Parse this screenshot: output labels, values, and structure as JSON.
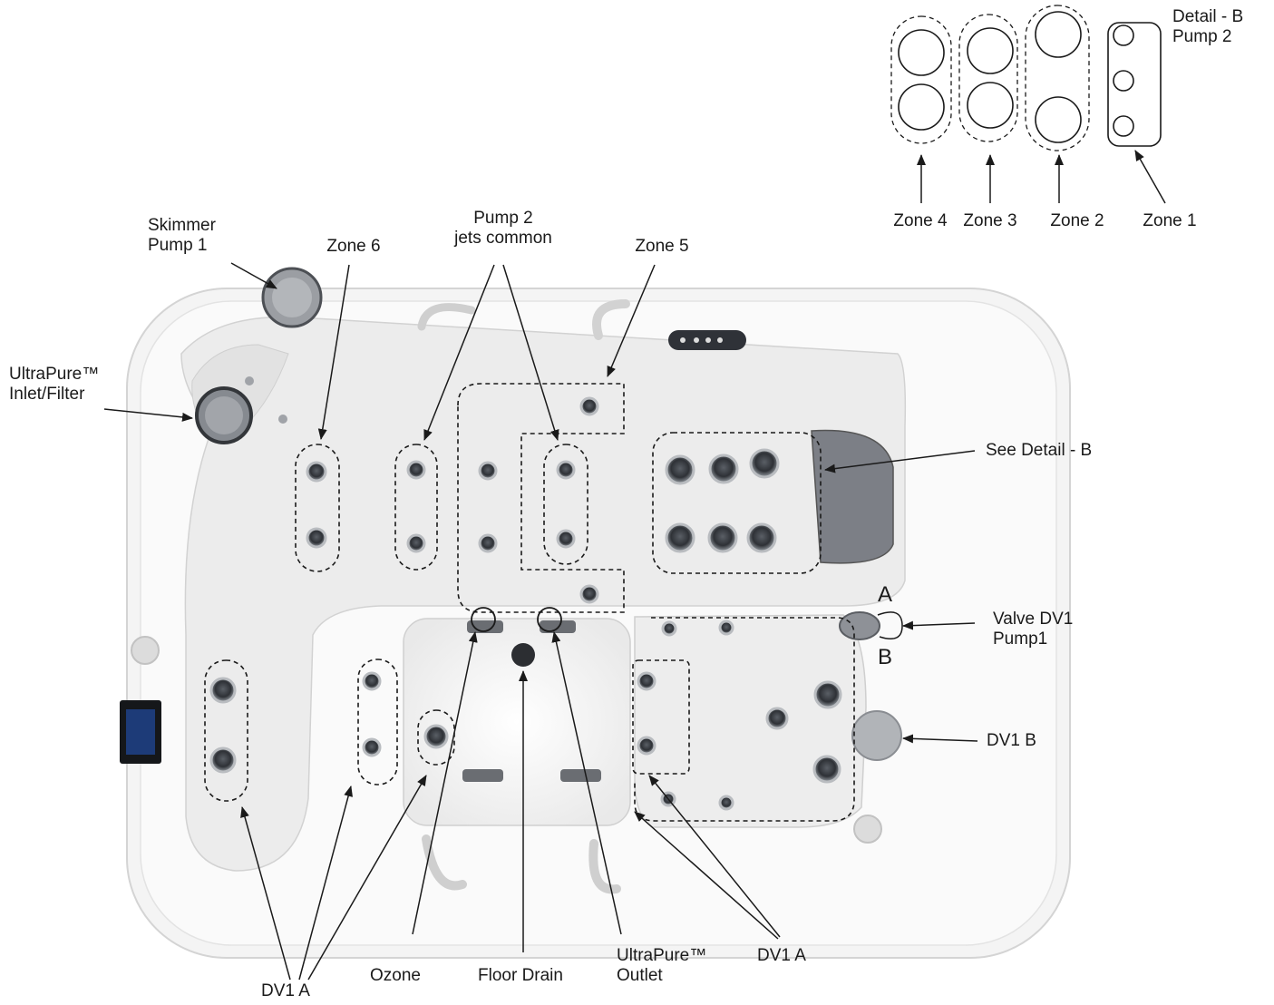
{
  "colors": {
    "ink": "#1a1a1a",
    "shell": "#f1f1f1",
    "jet": "#3c3f45",
    "panel": "#1d3b78"
  },
  "detail": {
    "title_line1": "Detail - B",
    "title_line2": "Pump 2",
    "zones": [
      "Zone 4",
      "Zone 3",
      "Zone 2",
      "Zone 1"
    ]
  },
  "labels": {
    "skimmer_line1": "Skimmer",
    "skimmer_line2": "Pump 1",
    "ultrapure_inlet_line1": "UltraPure™",
    "ultrapure_inlet_line2": "Inlet/Filter",
    "zone6": "Zone 6",
    "pump2_line1": "Pump 2",
    "pump2_line2": "jets common",
    "zone5": "Zone 5",
    "see_detail": "See Detail - B",
    "valve_line1": "Valve DV1",
    "valve_line2": "Pump1",
    "valve_a": "A",
    "valve_b": "B",
    "dv1b": "DV1 B",
    "dv1a_left": "DV1 A",
    "ozone": "Ozone",
    "floor_drain": "Floor Drain",
    "ultrapure_outlet_line1": "UltraPure™",
    "ultrapure_outlet_line2": "Outlet",
    "dv1a_right": "DV1 A"
  }
}
